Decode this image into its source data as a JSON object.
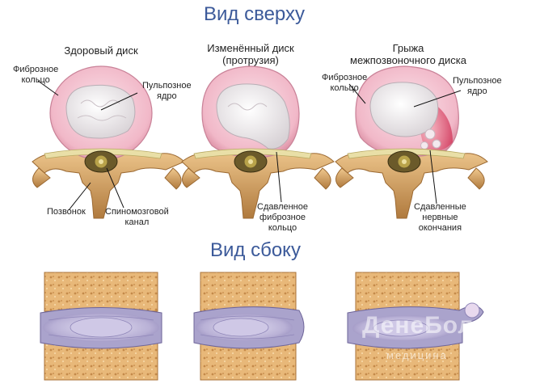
{
  "top_view_title": "Вид сверху",
  "side_view_title": "Вид сбоку",
  "panels": [
    {
      "title_line1": "Здоровый диск",
      "title_line2": "",
      "labels": {
        "fibrous_ring": [
          "Фиброзное",
          "кольцо"
        ],
        "nucleus": [
          "Пульпозное",
          "ядро"
        ],
        "vertebra": "Позвонок",
        "spinal_canal": [
          "Спиномозговой",
          "канал"
        ]
      }
    },
    {
      "title_line1": "Изменённый диск",
      "title_line2": "(протрузия)",
      "labels": {
        "compressed_ring": [
          "Сдавленное",
          "фиброзное",
          "кольцо"
        ]
      }
    },
    {
      "title_line1": "Грыжа",
      "title_line2": "межпозвоночного диска",
      "labels": {
        "fibrous_ring": [
          "Фиброзное",
          "кольцо"
        ],
        "nucleus": [
          "Пульпозное",
          "ядро"
        ],
        "compressed_nerves": [
          "Сдавленные",
          "нервные",
          "окончания"
        ]
      }
    }
  ],
  "watermark": {
    "main": "ДенеБол",
    "sub": "медицина"
  },
  "colors": {
    "title_blue": "#3c5a9a",
    "disc_pink": "#f3c2cf",
    "nucleus_white": "#f2eef0",
    "bone_tan": "#d9a870",
    "disc_lilac": "#bdb6d8"
  }
}
